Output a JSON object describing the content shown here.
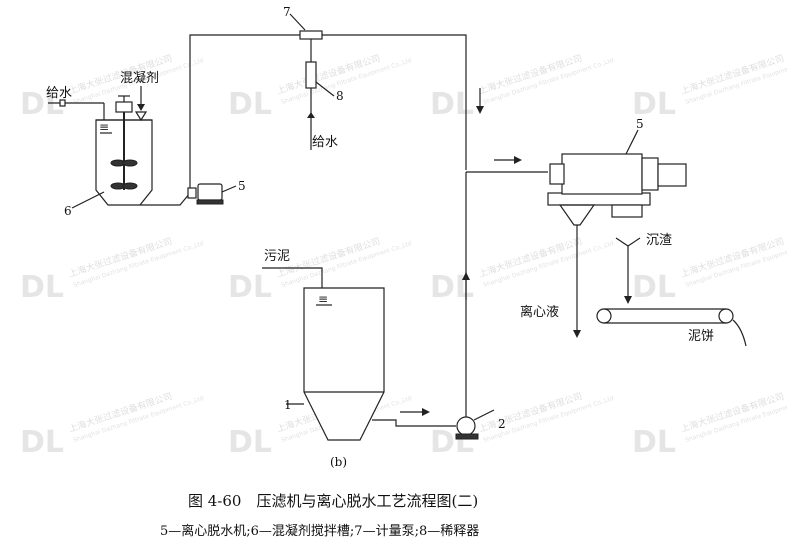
{
  "watermark": {
    "logo": "DL",
    "company_cn": "上海大张过滤设备有限公司",
    "company_en": "Shanghai Dazhang Filtrate Equipment Co.,Ltd"
  },
  "labels": {
    "water_in_left": "给水",
    "coagulant": "混凝剂",
    "water_in_mid": "给水",
    "sludge": "污泥",
    "sediment": "沉渣",
    "centrate": "离心液",
    "cake": "泥饼",
    "diagram_tag": "(b)"
  },
  "numbers": {
    "n7": "7",
    "n8": "8",
    "n5_pump": "5",
    "n6": "6",
    "n5_centrifuge": "5",
    "n1": "1",
    "n2": "2"
  },
  "caption": {
    "title": "图 4-60　压滤机与离心脱水工艺流程图(二)",
    "legend": "5—离心脱水机;6—混凝剂搅拌槽;7—计量泵;8—稀释器"
  }
}
